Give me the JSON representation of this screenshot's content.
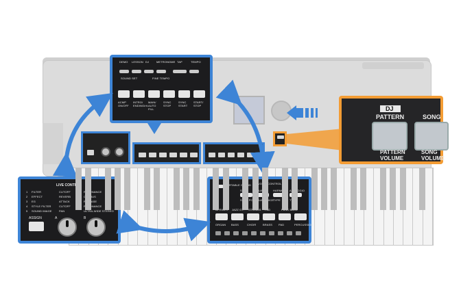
{
  "live_control": {
    "title": "LIVE CONTROL",
    "rows": [
      {
        "num": "1",
        "name": "FILTER",
        "a": "CUTOFF",
        "b": "RESONANCE"
      },
      {
        "num": "2",
        "name": "EFFECT",
        "a": "REVERB",
        "b": "CHORUS"
      },
      {
        "num": "3",
        "name": "EG",
        "a": "ATTACK",
        "b": "RELEASE"
      },
      {
        "num": "4",
        "name": "STYLE FILTER",
        "a": "CUTOFF",
        "b": "RESONANCE"
      },
      {
        "num": "5",
        "name": "SOUND IMAGE",
        "a": "PAN",
        "b": "ULTRA-WIDE STEREO"
      }
    ],
    "assign_label": "ASSIGN",
    "knob_a_label": "A",
    "knob_b_label": "B"
  },
  "dj_panel": {
    "header_label": "DJ",
    "pattern_label": "PATTERN",
    "pattern_sub": "PATTERN VOLUME",
    "song_label": "SONG",
    "song_sub": "SONG VOLUME"
  },
  "style_panel": {
    "top_buttons": [
      "DEMO",
      "LESSON",
      "DJ",
      "METRONOME"
    ],
    "labels": [
      "SOUND SET",
      "FINE TEMPO",
      "TAP",
      "TEMPO"
    ],
    "main_buttons": [
      "ACMP ON/OFF",
      "INTRO/ ENDING/rit.",
      "MAIN/ AUTO FILL",
      "SYNC STOP",
      "SYNC START",
      "START/ STOP"
    ]
  },
  "voice_panel": {
    "portable_grand": "PORTABLE GRAND",
    "voice_control": "VOICE CONTROL",
    "buttons": [
      "SPLIT",
      "DUAL",
      "HARMONY",
      "ARPEGGIO"
    ],
    "sub_labels": [
      "SPLIT POINT",
      "DUAL VOICE",
      "TYPE",
      "TYPE"
    ],
    "bottom_labels": [
      "UPRIGHT",
      "JAZZ GT.",
      "STRINGS",
      "PAD",
      "FUNK BASS"
    ],
    "bottom_categories": [
      "ORGAN",
      "BASS",
      "CHOIR",
      "BRASS",
      "PAD",
      "PERCUSSION"
    ]
  },
  "colors": {
    "highlight_blue": "#3d84d6",
    "highlight_orange": "#f39c34",
    "panel_dark": "#1c1c1e"
  },
  "icons": [
    "arrow-double-headed-icon",
    "arrow-right-pointer-icon"
  ]
}
